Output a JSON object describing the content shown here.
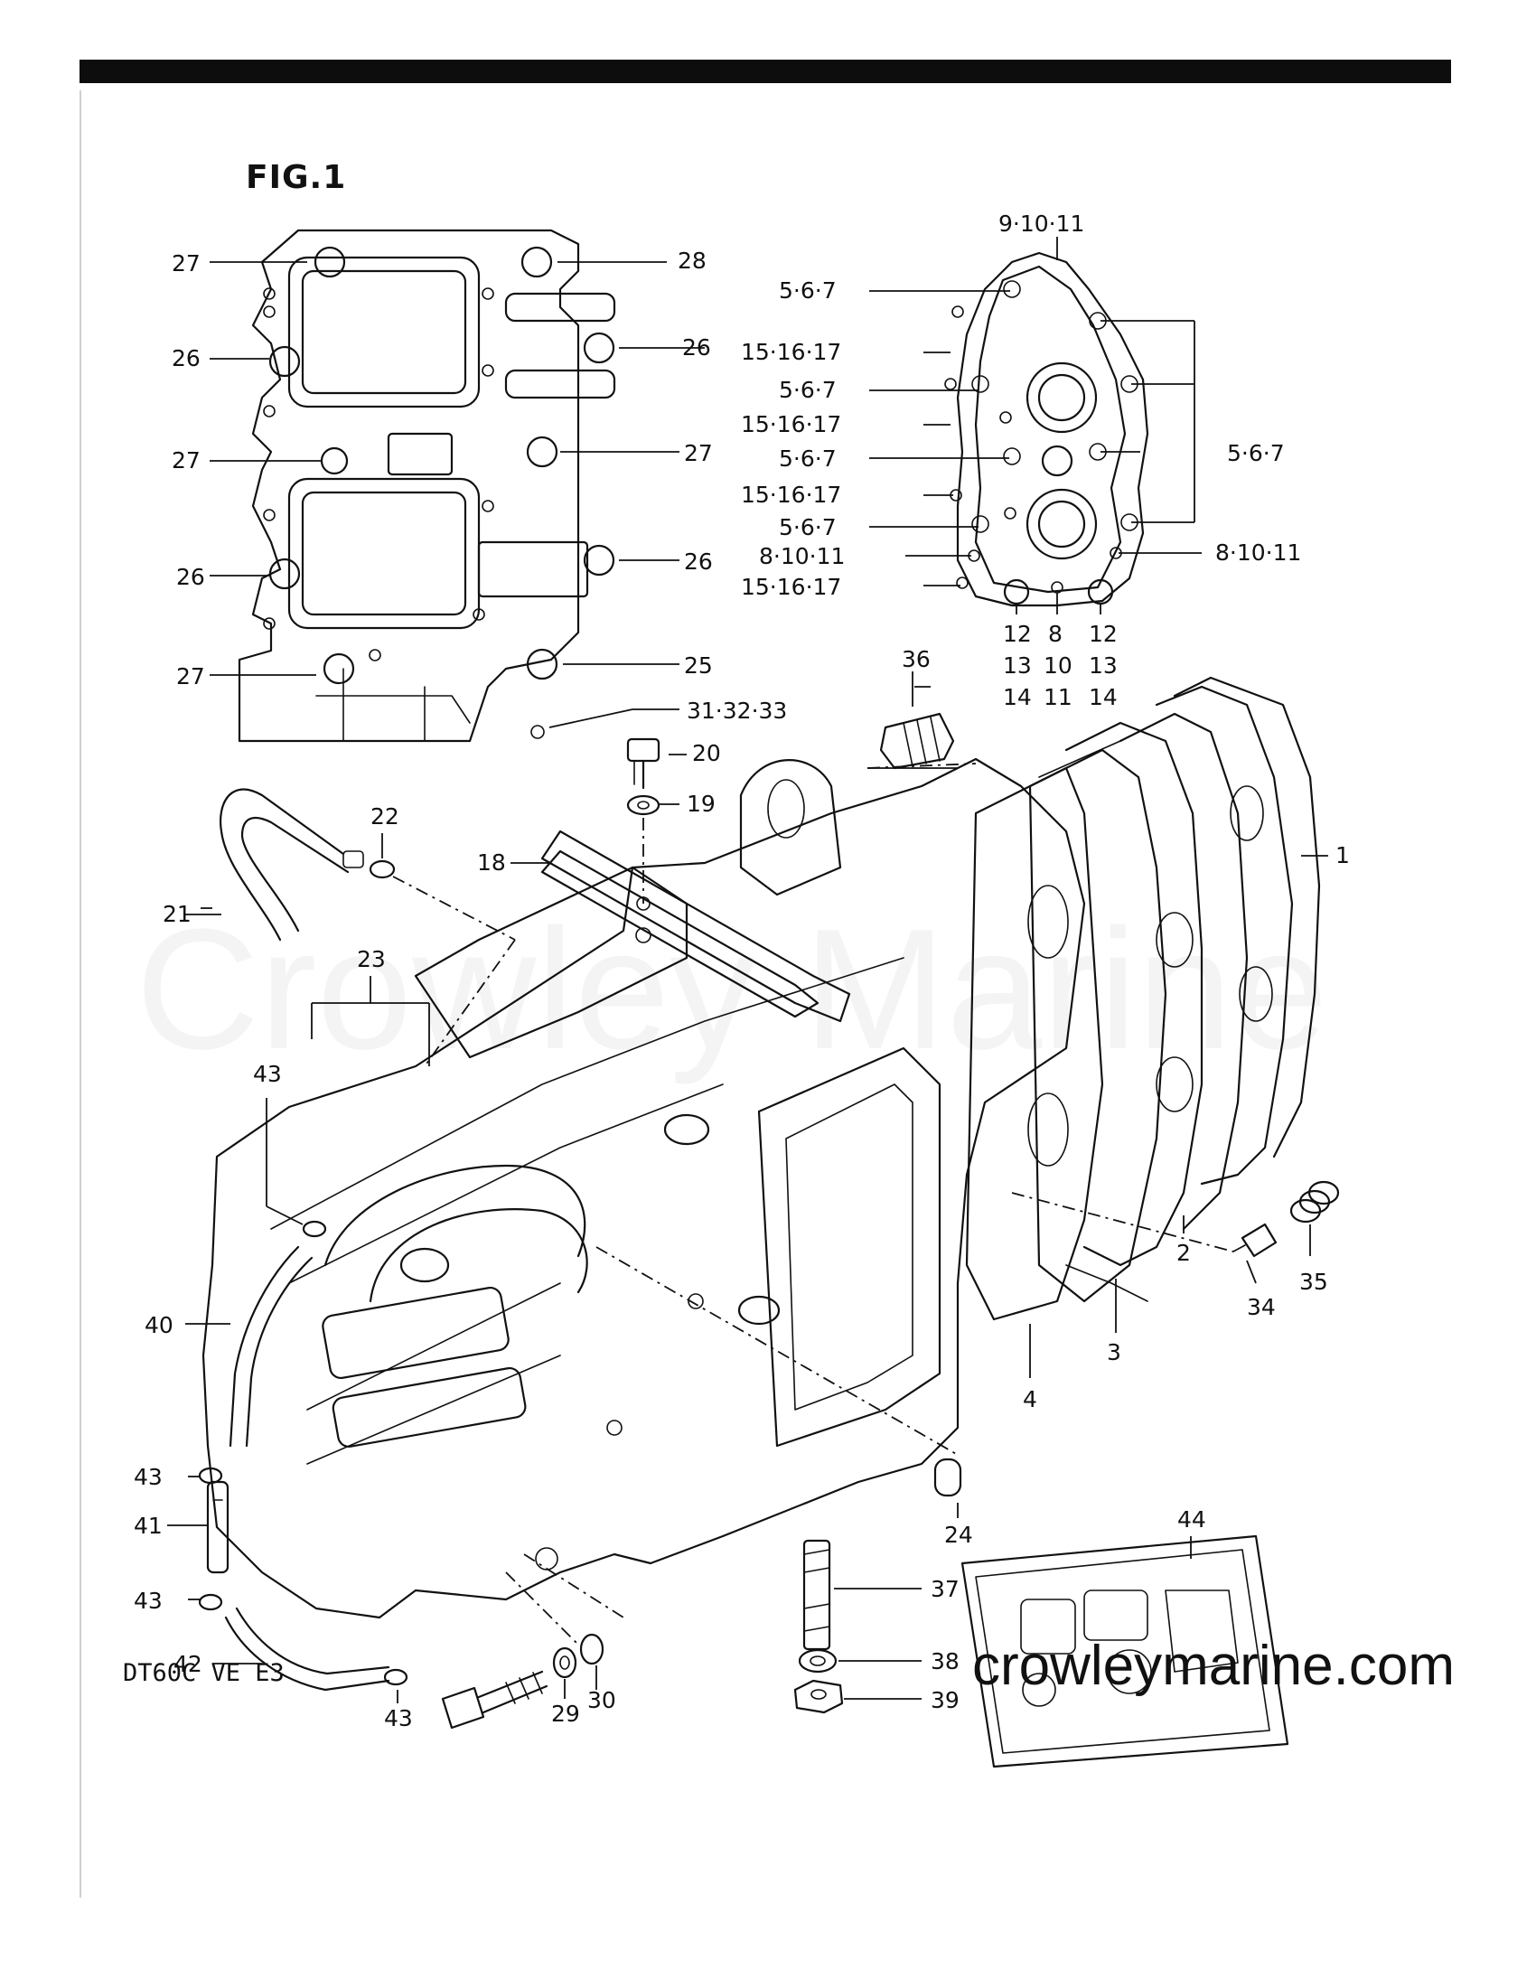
{
  "figure": {
    "title": "FIG.1",
    "model_code": "DT60C VE E3",
    "watermark": "Crowley Marine",
    "site": "crowleymarine.com"
  },
  "callouts": {
    "c1": "1",
    "c2": "2",
    "c3": "3",
    "c4": "4",
    "c5a": "5·6·7",
    "c5b": "5·6·7",
    "c5c": "5·6·7",
    "c5d": "5·6·7",
    "c5e": "5·6·7",
    "c8a": "8·10·11",
    "c8b": "8·10·11",
    "c9": "9·10·11",
    "c15a": "15·16·17",
    "c15b": "15·16·17",
    "c15c": "15·16·17",
    "c15d": "15·16·17",
    "c12a_1": "12",
    "c12a_2": "13",
    "c12a_3": "14",
    "c8c_1": "8",
    "c8c_2": "10",
    "c8c_3": "11",
    "c12b_1": "12",
    "c12b_2": "13",
    "c12b_3": "14",
    "c18": "18",
    "c19": "19",
    "c20": "20",
    "c21": "21",
    "c22": "22",
    "c23": "23",
    "c24": "24",
    "c25": "25",
    "c26a": "26",
    "c26b": "26",
    "c26c": "26",
    "c26d": "26",
    "c27a": "27",
    "c27b": "27",
    "c27c": "27",
    "c27d": "27",
    "c28": "28",
    "c29": "29",
    "c30": "30",
    "c31": "31·32·33",
    "c34": "34",
    "c35": "35",
    "c36": "36",
    "c37": "37",
    "c38": "38",
    "c39": "39",
    "c40": "40",
    "c41": "41",
    "c42": "42",
    "c43a": "43",
    "c43b": "43",
    "c43c": "43",
    "c43d": "43",
    "c44": "44"
  }
}
